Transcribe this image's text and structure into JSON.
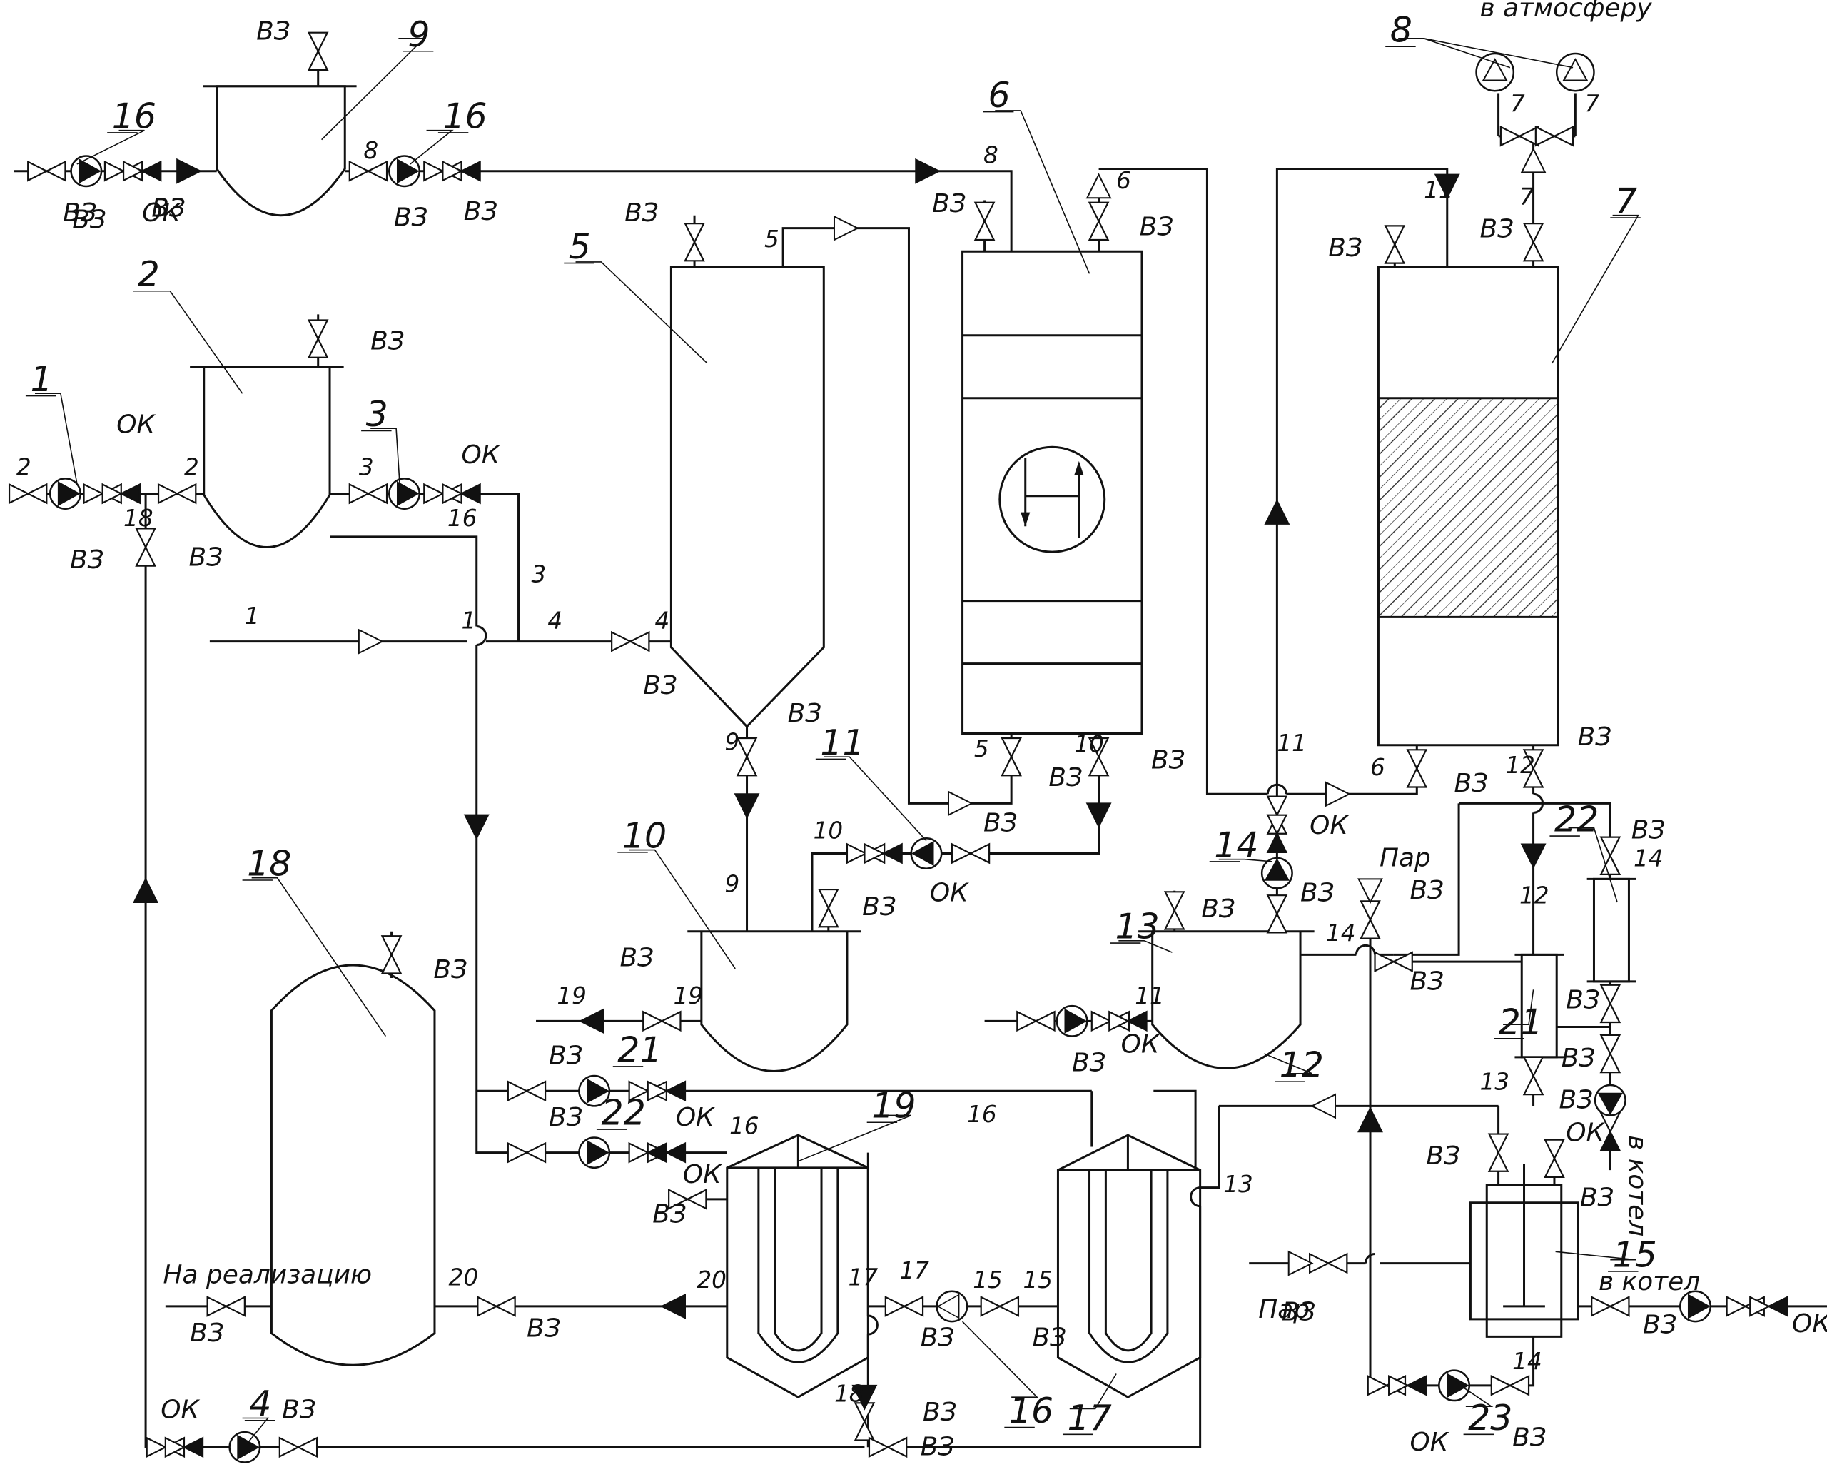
{
  "equipment_numbers": [
    "1",
    "2",
    "3",
    "4",
    "5",
    "6",
    "7",
    "8",
    "9",
    "10",
    "11",
    "12",
    "13",
    "14",
    "15",
    "16",
    "16",
    "17",
    "18",
    "19",
    "20",
    "21",
    "21",
    "22",
    "22",
    "23"
  ],
  "valve_codes": {
    "shutoff": "ВЗ",
    "check": "ОК"
  },
  "texts": {
    "to_atmosphere": "в атмосферу",
    "steam": "Пар",
    "to_boiler": "в котел",
    "for_sale": "На реализацию"
  },
  "stream_numbers": [
    "1",
    "2",
    "3",
    "4",
    "5",
    "6",
    "7",
    "8",
    "9",
    "10",
    "11",
    "12",
    "13",
    "14",
    "15",
    "16",
    "17",
    "18",
    "19",
    "20"
  ],
  "colors": {
    "line": "#111111",
    "background": "#ffffff",
    "hatch": "#222222"
  }
}
